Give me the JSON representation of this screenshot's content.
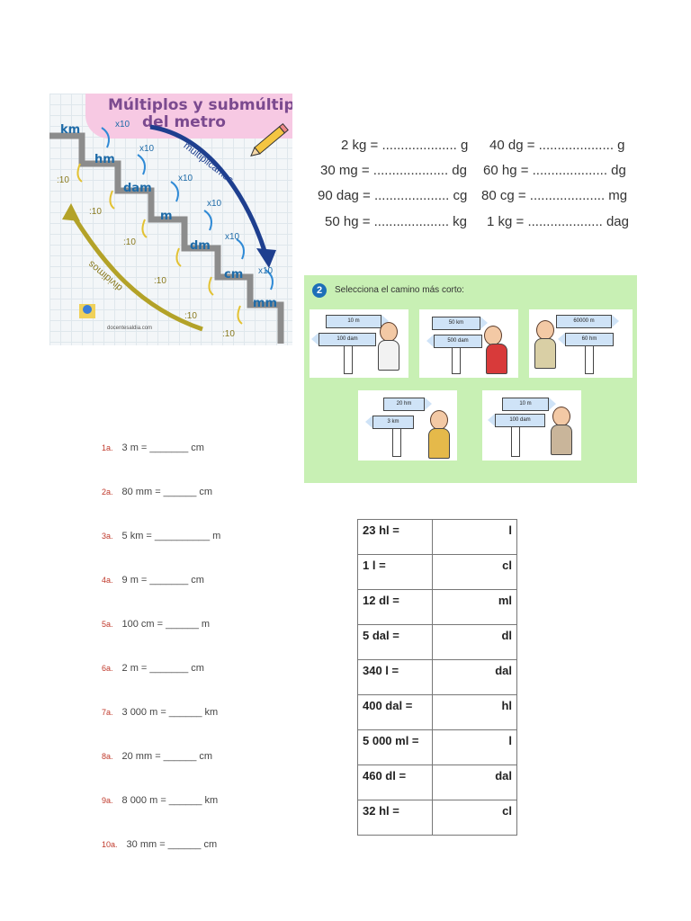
{
  "infographic": {
    "title_line1": "Múltiplos y submúltiplos",
    "title_line2": "del metro",
    "units": [
      "km",
      "hm",
      "dam",
      "m",
      "dm",
      "cm",
      "mm"
    ],
    "multiply_label": "x10",
    "divide_label": ":10",
    "arrow_multiply_text": "multiplicamos",
    "arrow_divide_text": "dividimos",
    "credit": "docentesaldia.com"
  },
  "mass_exercises": [
    "2 kg = .................... g",
    "40 dg = .................... g",
    "30 mg = .................... dg",
    "60 hg = .................... dg",
    "90 dag = .................... cg",
    "80 cg = .................... mg",
    "50 hg = .................... kg",
    "1 kg = .................... dag"
  ],
  "road_exercise": {
    "number": "2",
    "instruction": "Selecciona el camino más corto:",
    "cards": [
      {
        "sign_a": "10 m",
        "sign_b": "100 dam"
      },
      {
        "sign_a": "50 km",
        "sign_b": "500 dam"
      },
      {
        "sign_a": "60000 m",
        "sign_b": "60 hm"
      },
      {
        "sign_a": "20 hm",
        "sign_b": "3 km"
      },
      {
        "sign_a": "10 m",
        "sign_b": "100 dam"
      }
    ]
  },
  "length_exercises": [
    {
      "n": "1a.",
      "text": "3 m = _______ cm"
    },
    {
      "n": "2a.",
      "text": "80 mm = ______ cm"
    },
    {
      "n": "3a.",
      "text": "5 km = __________ m"
    },
    {
      "n": "4a.",
      "text": "9 m = _______ cm"
    },
    {
      "n": "5a.",
      "text": "100 cm = ______ m"
    },
    {
      "n": "6a.",
      "text": "2 m = _______ cm"
    },
    {
      "n": "7a.",
      "text": "3 000 m = ______ km"
    },
    {
      "n": "8a.",
      "text": "20 mm = ______ cm"
    },
    {
      "n": "9a.",
      "text": "8 000 m = ______ km"
    },
    {
      "n": "10a.",
      "text": "30 mm = ______ cm"
    }
  ],
  "capacity_table": [
    {
      "left": "23 hl =",
      "right": "l"
    },
    {
      "left": "1 l =",
      "right": "cl"
    },
    {
      "left": "12 dl =",
      "right": "ml"
    },
    {
      "left": "5 dal =",
      "right": "dl"
    },
    {
      "left": "340 l =",
      "right": "dal"
    },
    {
      "left": "400 dal =",
      "right": "hl"
    },
    {
      "left": "5 000 ml =",
      "right": "l"
    },
    {
      "left": "460 dl =",
      "right": "dal"
    },
    {
      "left": "32 hl =",
      "right": "cl"
    }
  ]
}
